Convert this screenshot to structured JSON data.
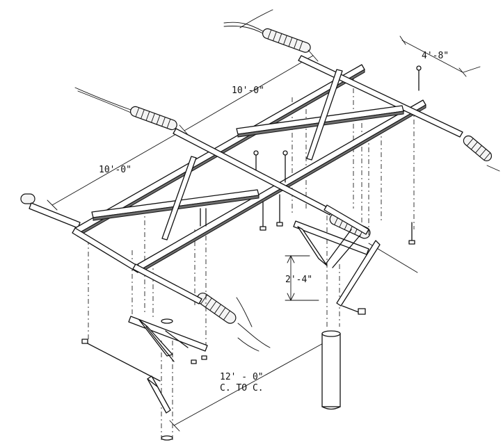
{
  "dimensions": {
    "crossarm_spacing_right": "4'-8\"",
    "span_upper": "10'-0\"",
    "span_lower": "10'-0\"",
    "brace_drop": "2'-4\"",
    "pole_spacing_line1": "12' - 0\"",
    "pole_spacing_line2": "C. TO C."
  }
}
